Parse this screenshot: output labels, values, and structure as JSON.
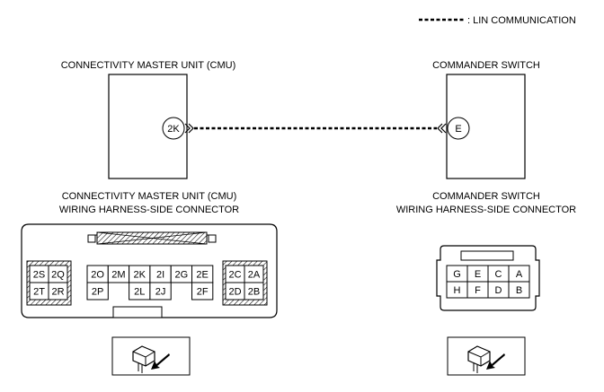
{
  "legend": {
    "symbol": "dashed-line",
    "label": ": LIN COMMUNICATION"
  },
  "cmu": {
    "title": "CONNECTIVITY MASTER UNIT (CMU)",
    "terminal": "2K",
    "connector_title_1": "CONNECTIVITY MASTER UNIT (CMU)",
    "connector_title_2": "WIRING HARNESS-SIDE CONNECTOR",
    "connector_pins": {
      "left_block": [
        [
          "2S",
          "2Q"
        ],
        [
          "2T",
          "2R"
        ]
      ],
      "center_row1": [
        "2O",
        "2M",
        "2K",
        "2I",
        "2G",
        "2E"
      ],
      "center_row2": [
        "2P",
        "2L",
        "2J",
        "2F"
      ],
      "right_block": [
        [
          "2C",
          "2A"
        ],
        [
          "2D",
          "2B"
        ]
      ]
    },
    "view_icon": "connector-view-arrow-icon"
  },
  "switch": {
    "title": "COMMANDER SWITCH",
    "terminal": "E",
    "connector_title_1": "COMMANDER SWITCH",
    "connector_title_2": "WIRING HARNESS-SIDE CONNECTOR",
    "connector_pins": {
      "row1": [
        "G",
        "E",
        "C",
        "A"
      ],
      "row2": [
        "H",
        "F",
        "D",
        "B"
      ]
    },
    "view_icon": "connector-view-arrow-icon"
  },
  "colors": {
    "line": "#000000",
    "hatch": "#000000",
    "background": "#ffffff"
  }
}
